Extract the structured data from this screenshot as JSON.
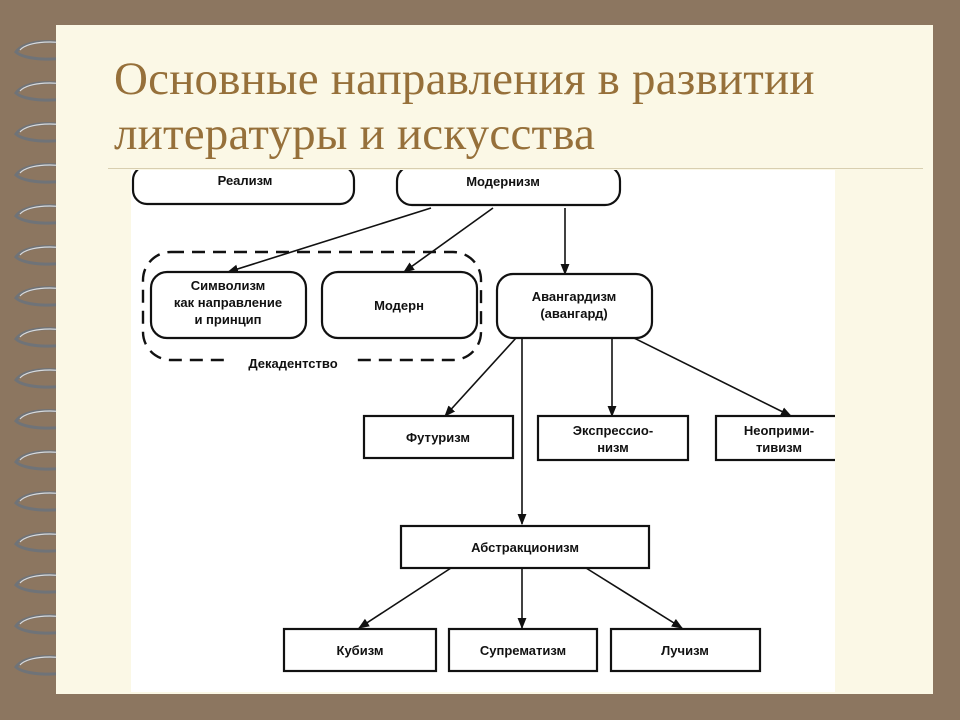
{
  "slide": {
    "title": "Основные направления в развитии литературы и искусства"
  },
  "diagram": {
    "nodes": {
      "realism": "Реализм",
      "modernism": "Модернизм",
      "symbolism": [
        "Символизм",
        "как направление",
        "и принцип"
      ],
      "modern": "Модерн",
      "avantgarde": [
        "Авангардизм",
        "(авангард)"
      ],
      "decadence": "Декадентство",
      "futurism": "Футуризм",
      "expressionism": [
        "Экспрессио-",
        "низм"
      ],
      "neoprimitivism": [
        "Неоприми-",
        "тивизм"
      ],
      "abstractionism": "Абстракционизм",
      "cubism": "Кубизм",
      "suprematism": "Супрематизм",
      "rayonism": "Лучизм"
    }
  },
  "theme": {
    "frame_color": "#8c7660",
    "slide_color": "#fbf8e6",
    "title_color": "#96703a"
  }
}
